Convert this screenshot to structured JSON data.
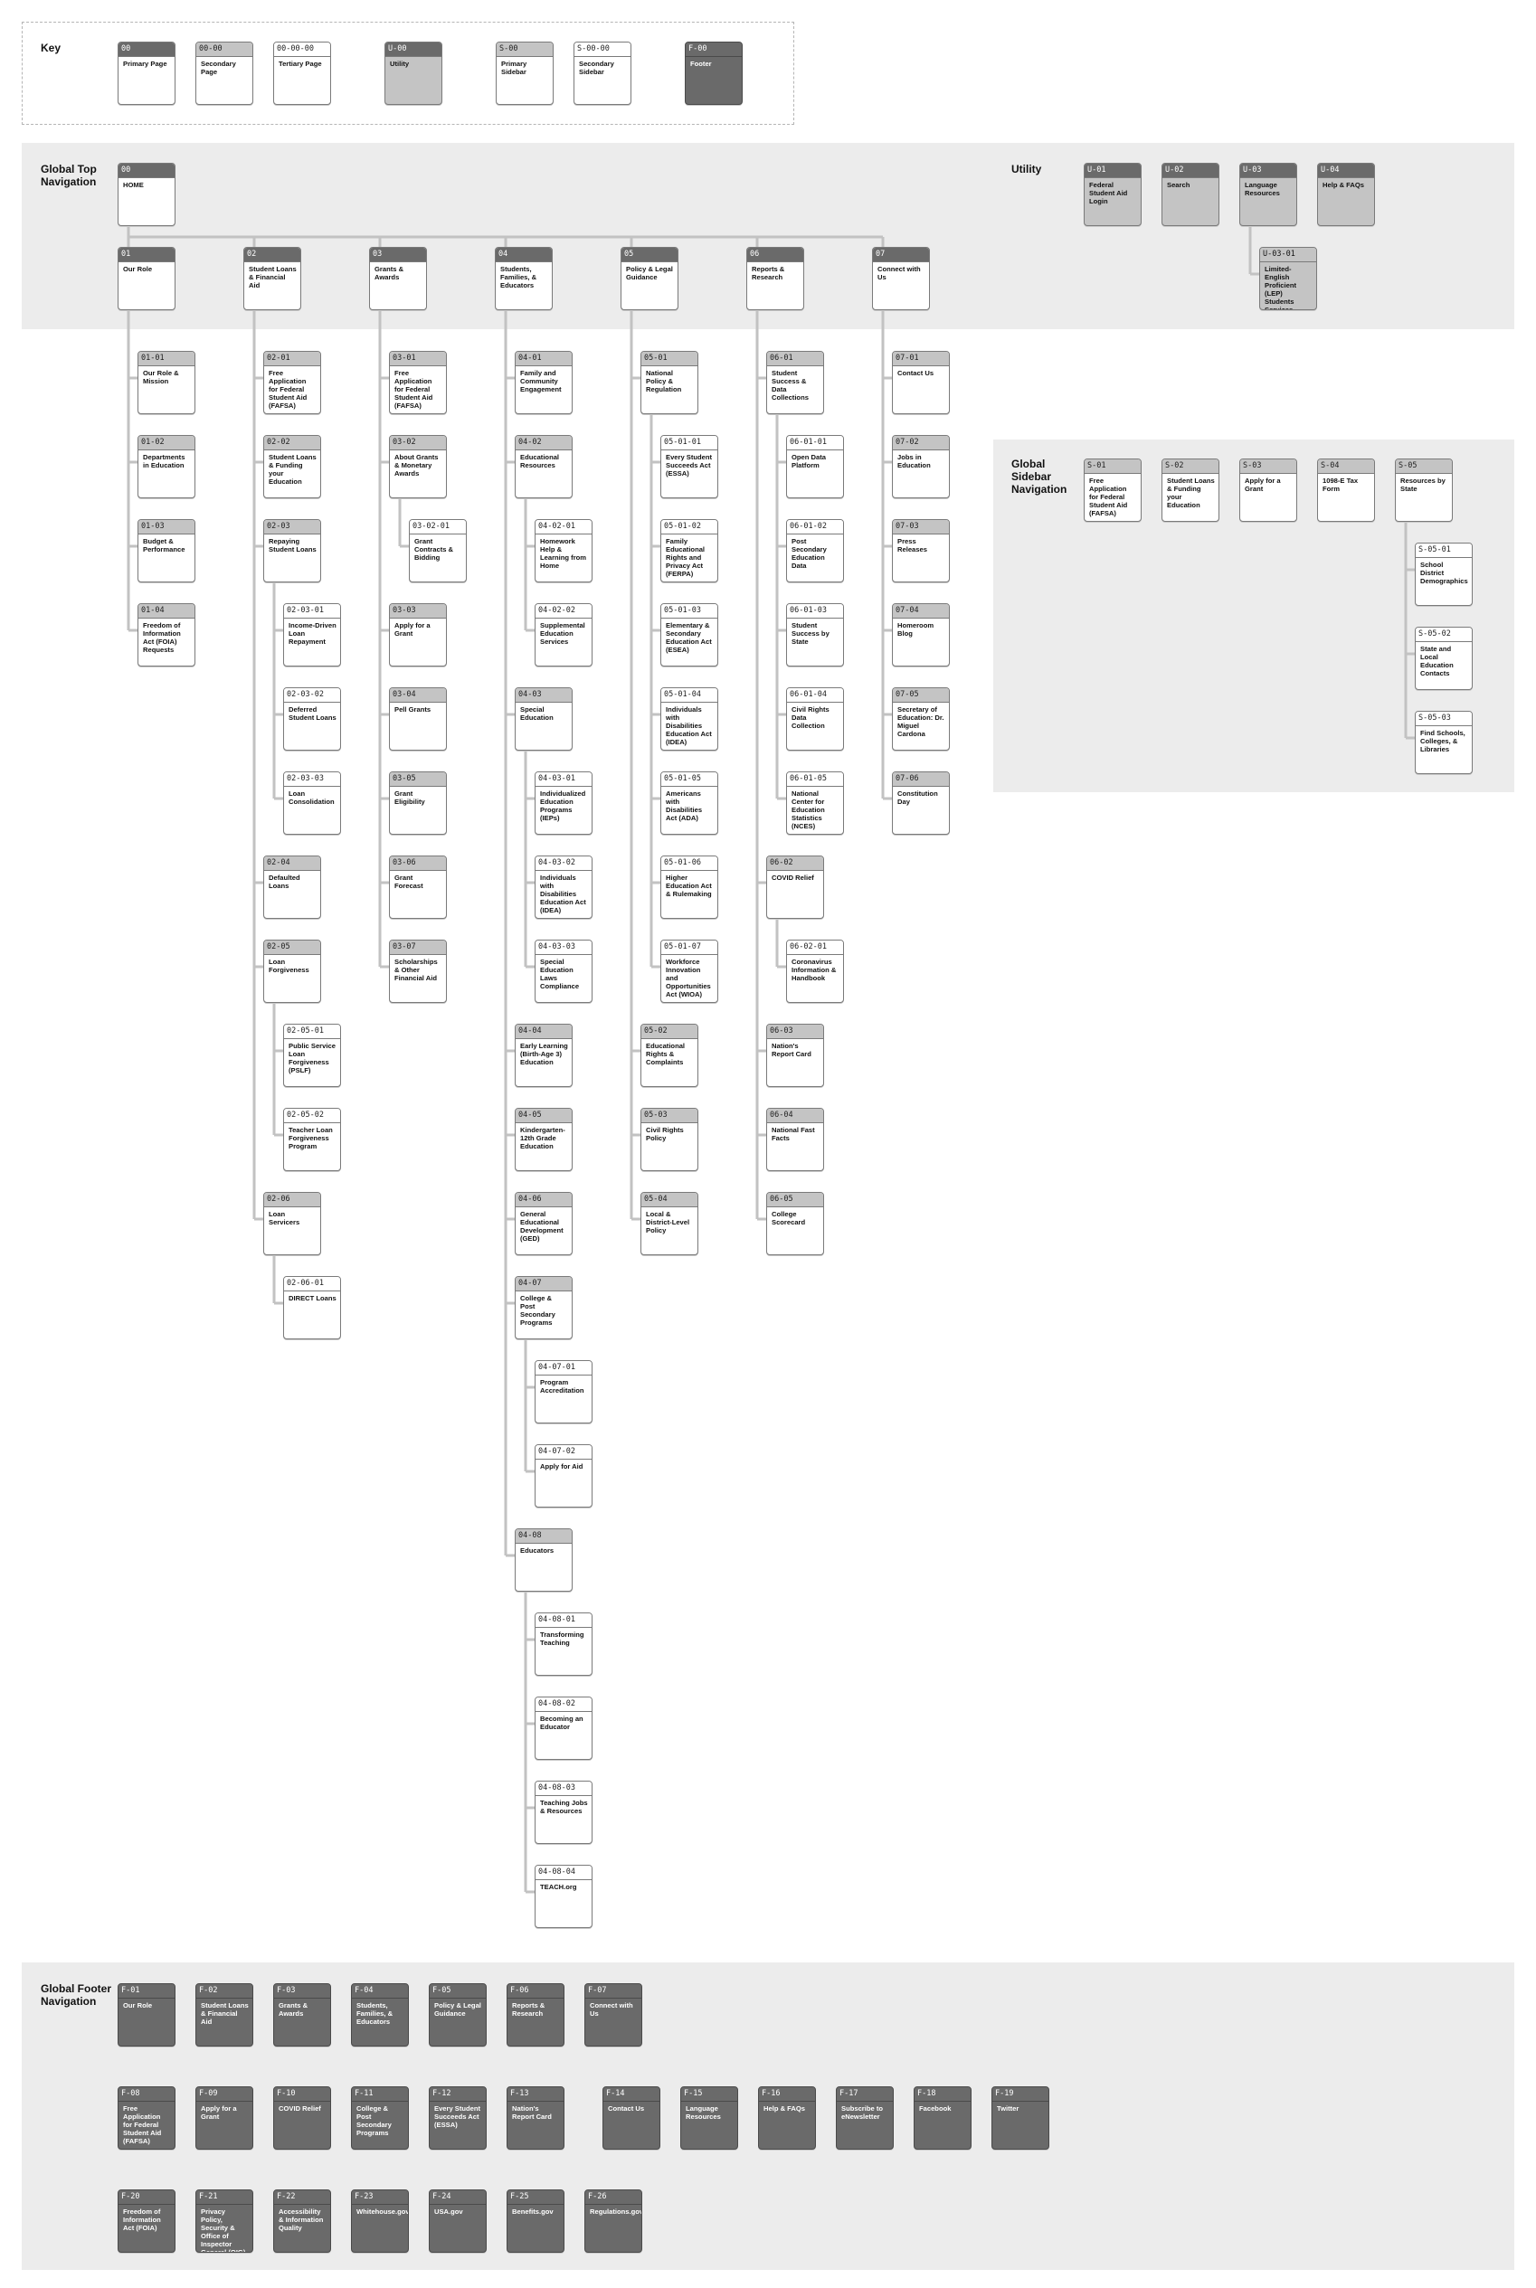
{
  "sections": {
    "key": "Key",
    "top_nav": "Global Top Navigation",
    "utility": "Utility",
    "sidebar": "Global Sidebar Navigation",
    "footer": "Global Footer Navigation"
  },
  "legend": [
    {
      "code": "00",
      "label": "Primary Page",
      "kind": "primary"
    },
    {
      "code": "00-00",
      "label": "Secondary Page",
      "kind": "secondary"
    },
    {
      "code": "00-00-00",
      "label": "Tertiary Page",
      "kind": "tertiary"
    },
    {
      "code": "U-00",
      "label": "Utility",
      "kind": "utility"
    },
    {
      "code": "S-00",
      "label": "Primary Sidebar",
      "kind": "psidebar"
    },
    {
      "code": "S-00-00",
      "label": "Secondary Sidebar",
      "kind": "ssidebar"
    },
    {
      "code": "F-00",
      "label": "Footer",
      "kind": "footer"
    }
  ],
  "home": {
    "code": "00",
    "label": "HOME"
  },
  "top_columns": [
    {
      "code": "01",
      "label": "Our Role",
      "children": [
        {
          "code": "01-01",
          "label": "Our Role & Mission"
        },
        {
          "code": "01-02",
          "label": "Departments in Education"
        },
        {
          "code": "01-03",
          "label": "Budget & Performance"
        },
        {
          "code": "01-04",
          "label": "Freedom of Information Act (FOIA) Requests"
        }
      ]
    },
    {
      "code": "02",
      "label": "Student Loans & Financial Aid",
      "children": [
        {
          "code": "02-01",
          "label": "Free Application for Federal Student Aid (FAFSA)"
        },
        {
          "code": "02-02",
          "label": "Student Loans & Funding your Education"
        },
        {
          "code": "02-03",
          "label": "Repaying Student Loans",
          "children": [
            {
              "code": "02-03-01",
              "label": "Income-Driven Loan Repayment"
            },
            {
              "code": "02-03-02",
              "label": "Deferred Student Loans"
            },
            {
              "code": "02-03-03",
              "label": "Loan Consolidation"
            }
          ]
        },
        {
          "code": "02-04",
          "label": "Defaulted Loans"
        },
        {
          "code": "02-05",
          "label": "Loan Forgiveness",
          "children": [
            {
              "code": "02-05-01",
              "label": "Public Service Loan Forgiveness (PSLF)"
            },
            {
              "code": "02-05-02",
              "label": "Teacher Loan Forgiveness Program"
            }
          ]
        },
        {
          "code": "02-06",
          "label": "Loan Servicers",
          "children": [
            {
              "code": "02-06-01",
              "label": "DIRECT Loans"
            }
          ]
        }
      ]
    },
    {
      "code": "03",
      "label": "Grants & Awards",
      "children": [
        {
          "code": "03-01",
          "label": "Free Application for Federal Student Aid (FAFSA)"
        },
        {
          "code": "03-02",
          "label": "About Grants & Monetary Awards",
          "children": [
            {
              "code": "03-02-01",
              "label": "Grant Contracts & Bidding"
            }
          ]
        },
        {
          "code": "03-03",
          "label": "Apply for a Grant"
        },
        {
          "code": "03-04",
          "label": "Pell Grants"
        },
        {
          "code": "03-05",
          "label": "Grant Eligibility"
        },
        {
          "code": "03-06",
          "label": "Grant Forecast"
        },
        {
          "code": "03-07",
          "label": "Scholarships & Other Financial Aid"
        }
      ]
    },
    {
      "code": "04",
      "label": "Students, Families, & Educators",
      "children": [
        {
          "code": "04-01",
          "label": "Family and Community Engagement"
        },
        {
          "code": "04-02",
          "label": "Educational Resources",
          "children": [
            {
              "code": "04-02-01",
              "label": "Homework Help & Learning from Home"
            },
            {
              "code": "04-02-02",
              "label": "Supplemental Education Services"
            }
          ]
        },
        {
          "code": "04-03",
          "label": "Special Education",
          "children": [
            {
              "code": "04-03-01",
              "label": "Individualized Education Programs (IEPs)"
            },
            {
              "code": "04-03-02",
              "label": "Individuals with Disabilities Education Act (IDEA)"
            },
            {
              "code": "04-03-03",
              "label": "Special Education Laws Compliance"
            }
          ]
        },
        {
          "code": "04-04",
          "label": "Early Learning (Birth-Age 3) Education"
        },
        {
          "code": "04-05",
          "label": "Kindergarten-12th Grade Education"
        },
        {
          "code": "04-06",
          "label": "General Educational Development (GED)"
        },
        {
          "code": "04-07",
          "label": "College & Post Secondary Programs",
          "children": [
            {
              "code": "04-07-01",
              "label": "Program Accreditation"
            },
            {
              "code": "04-07-02",
              "label": "Apply for Aid"
            }
          ]
        },
        {
          "code": "04-08",
          "label": "Educators",
          "children": [
            {
              "code": "04-08-01",
              "label": "Transforming Teaching"
            },
            {
              "code": "04-08-02",
              "label": "Becoming an Educator"
            },
            {
              "code": "04-08-03",
              "label": "Teaching Jobs & Resources"
            },
            {
              "code": "04-08-04",
              "label": "TEACH.org"
            }
          ]
        }
      ]
    },
    {
      "code": "05",
      "label": "Policy & Legal Guidance",
      "children": [
        {
          "code": "05-01",
          "label": "National Policy & Regulation",
          "children": [
            {
              "code": "05-01-01",
              "label": "Every Student Succeeds Act (ESSA)"
            },
            {
              "code": "05-01-02",
              "label": "Family Educational Rights and Privacy Act (FERPA)"
            },
            {
              "code": "05-01-03",
              "label": "Elementary & Secondary Education Act (ESEA)"
            },
            {
              "code": "05-01-04",
              "label": "Individuals with Disabilities Education Act (IDEA)"
            },
            {
              "code": "05-01-05",
              "label": "Americans with Disabilities Act (ADA)"
            },
            {
              "code": "05-01-06",
              "label": "Higher Education Act & Rulemaking"
            },
            {
              "code": "05-01-07",
              "label": "Workforce Innovation and Opportunities Act (WIOA)"
            }
          ]
        },
        {
          "code": "05-02",
          "label": "Educational Rights & Complaints"
        },
        {
          "code": "05-03",
          "label": "Civil Rights Policy"
        },
        {
          "code": "05-04",
          "label": "Local & District-Level Policy"
        }
      ]
    },
    {
      "code": "06",
      "label": "Reports & Research",
      "children": [
        {
          "code": "06-01",
          "label": "Student Success & Data Collections",
          "children": [
            {
              "code": "06-01-01",
              "label": "Open Data Platform"
            },
            {
              "code": "06-01-02",
              "label": "Post Secondary Education Data"
            },
            {
              "code": "06-01-03",
              "label": "Student Success by State"
            },
            {
              "code": "06-01-04",
              "label": "Civil Rights Data Collection"
            },
            {
              "code": "06-01-05",
              "label": "National Center for Education Statistics (NCES)"
            }
          ]
        },
        {
          "code": "06-02",
          "label": "COVID Relief",
          "children": [
            {
              "code": "06-02-01",
              "label": "Coronavirus Information & Handbook"
            }
          ]
        },
        {
          "code": "06-03",
          "label": "Nation's Report Card"
        },
        {
          "code": "06-04",
          "label": "National Fast Facts"
        },
        {
          "code": "06-05",
          "label": "College Scorecard"
        }
      ]
    },
    {
      "code": "07",
      "label": "Connect with Us",
      "children": [
        {
          "code": "07-01",
          "label": "Contact Us"
        },
        {
          "code": "07-02",
          "label": "Jobs in Education"
        },
        {
          "code": "07-03",
          "label": "Press Releases"
        },
        {
          "code": "07-04",
          "label": "Homeroom Blog"
        },
        {
          "code": "07-05",
          "label": "Secretary of Education: Dr. Miguel Cardona"
        },
        {
          "code": "07-06",
          "label": "Constitution Day"
        }
      ]
    }
  ],
  "utility": [
    {
      "code": "U-01",
      "label": "Federal Student Aid Login"
    },
    {
      "code": "U-02",
      "label": "Search"
    },
    {
      "code": "U-03",
      "label": "Language Resources",
      "children": [
        {
          "code": "U-03-01",
          "label": "Limited-English Proficient (LEP) Students Services"
        }
      ]
    },
    {
      "code": "U-04",
      "label": "Help & FAQs"
    }
  ],
  "sidebar": [
    {
      "code": "S-01",
      "label": "Free Application for Federal Student Aid (FAFSA)"
    },
    {
      "code": "S-02",
      "label": "Student Loans & Funding your Education"
    },
    {
      "code": "S-03",
      "label": "Apply for a Grant"
    },
    {
      "code": "S-04",
      "label": "1098-E Tax Form"
    },
    {
      "code": "S-05",
      "label": "Resources by State",
      "children": [
        {
          "code": "S-05-01",
          "label": "School District Demographics"
        },
        {
          "code": "S-05-02",
          "label": "State and Local Education Contacts"
        },
        {
          "code": "S-05-03",
          "label": "Find Schools, Colleges, & Libraries"
        }
      ]
    }
  ],
  "footer": [
    [
      {
        "code": "F-01",
        "label": "Our Role"
      },
      {
        "code": "F-02",
        "label": "Student Loans & Financial Aid"
      },
      {
        "code": "F-03",
        "label": "Grants & Awards"
      },
      {
        "code": "F-04",
        "label": "Students, Families, & Educators"
      },
      {
        "code": "F-05",
        "label": "Policy & Legal Guidance"
      },
      {
        "code": "F-06",
        "label": "Reports & Research"
      },
      {
        "code": "F-07",
        "label": "Connect with Us"
      }
    ],
    [
      {
        "code": "F-08",
        "label": "Free Application for Federal Student Aid (FAFSA)"
      },
      {
        "code": "F-09",
        "label": "Apply for a Grant"
      },
      {
        "code": "F-10",
        "label": "COVID Relief"
      },
      {
        "code": "F-11",
        "label": "College & Post Secondary Programs"
      },
      {
        "code": "F-12",
        "label": "Every Student Succeeds Act (ESSA)"
      },
      {
        "code": "F-13",
        "label": "Nation's Report Card"
      },
      {
        "code": "F-14",
        "label": "Contact Us"
      },
      {
        "code": "F-15",
        "label": "Language Resources"
      },
      {
        "code": "F-16",
        "label": "Help & FAQs"
      },
      {
        "code": "F-17",
        "label": "Subscribe to eNewsletter"
      },
      {
        "code": "F-18",
        "label": "Facebook"
      },
      {
        "code": "F-19",
        "label": "Twitter"
      }
    ],
    [
      {
        "code": "F-20",
        "label": "Freedom of Information Act (FOIA)"
      },
      {
        "code": "F-21",
        "label": "Privacy Policy, Security & Office of Inspector General (OIG)"
      },
      {
        "code": "F-22",
        "label": "Accessibility & Information Quality"
      },
      {
        "code": "F-23",
        "label": "Whitehouse.gov"
      },
      {
        "code": "F-24",
        "label": "USA.gov"
      },
      {
        "code": "F-25",
        "label": "Benefits.gov"
      },
      {
        "code": "F-26",
        "label": "Regulations.gov"
      }
    ]
  ]
}
